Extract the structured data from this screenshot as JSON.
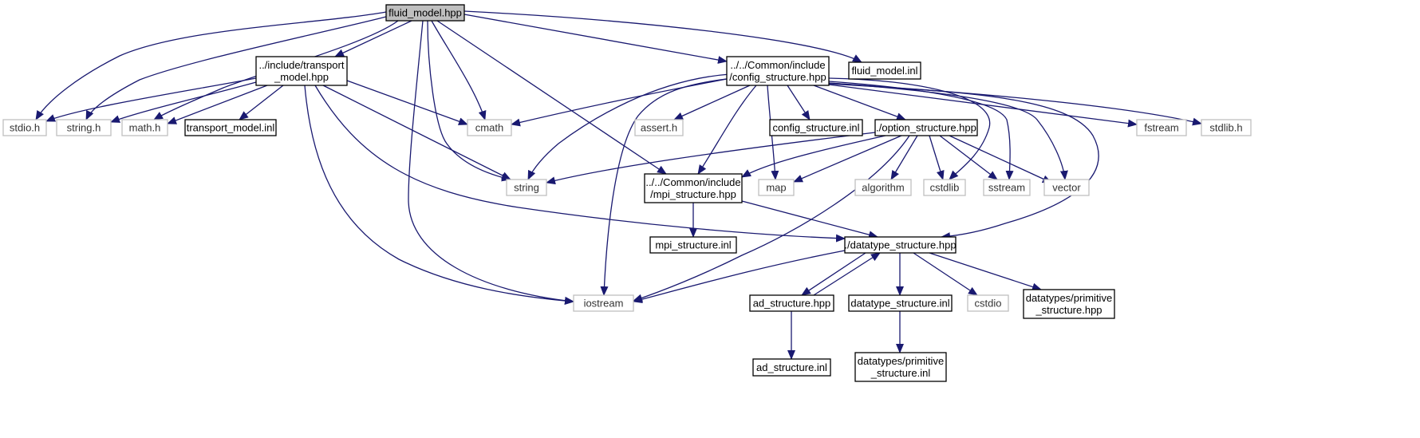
{
  "diagram": {
    "edge_color": "#191970",
    "external_border_color": "#bfbfbf",
    "root_fill_color": "#bfbfbf",
    "nodes": [
      {
        "id": "fluid_model_hpp",
        "lines": [
          "fluid_model.hpp"
        ],
        "kind": "root"
      },
      {
        "id": "transport_model_hpp",
        "lines": [
          "../include/transport",
          "_model.hpp"
        ],
        "kind": "local"
      },
      {
        "id": "config_structure_hpp",
        "lines": [
          "../../Common/include",
          "/config_structure.hpp"
        ],
        "kind": "local"
      },
      {
        "id": "fluid_model_inl",
        "lines": [
          "fluid_model.inl"
        ],
        "kind": "local"
      },
      {
        "id": "stdio_h",
        "lines": [
          "stdio.h"
        ],
        "kind": "external"
      },
      {
        "id": "string_h",
        "lines": [
          "string.h"
        ],
        "kind": "external"
      },
      {
        "id": "math_h",
        "lines": [
          "math.h"
        ],
        "kind": "external"
      },
      {
        "id": "transport_model_inl",
        "lines": [
          "transport_model.inl"
        ],
        "kind": "local"
      },
      {
        "id": "cmath",
        "lines": [
          "cmath"
        ],
        "kind": "external"
      },
      {
        "id": "assert_h",
        "lines": [
          "assert.h"
        ],
        "kind": "external"
      },
      {
        "id": "config_structure_inl",
        "lines": [
          "config_structure.inl"
        ],
        "kind": "local"
      },
      {
        "id": "option_structure_hpp",
        "lines": [
          "./option_structure.hpp"
        ],
        "kind": "local"
      },
      {
        "id": "fstream",
        "lines": [
          "fstream"
        ],
        "kind": "external"
      },
      {
        "id": "stdlib_h",
        "lines": [
          "stdlib.h"
        ],
        "kind": "external"
      },
      {
        "id": "string",
        "lines": [
          "string"
        ],
        "kind": "external"
      },
      {
        "id": "mpi_structure_hpp",
        "lines": [
          "../../Common/include",
          "/mpi_structure.hpp"
        ],
        "kind": "local"
      },
      {
        "id": "map",
        "lines": [
          "map"
        ],
        "kind": "external"
      },
      {
        "id": "algorithm",
        "lines": [
          "algorithm"
        ],
        "kind": "external"
      },
      {
        "id": "cstdlib",
        "lines": [
          "cstdlib"
        ],
        "kind": "external"
      },
      {
        "id": "sstream",
        "lines": [
          "sstream"
        ],
        "kind": "external"
      },
      {
        "id": "vector",
        "lines": [
          "vector"
        ],
        "kind": "external"
      },
      {
        "id": "mpi_structure_inl",
        "lines": [
          "mpi_structure.inl"
        ],
        "kind": "local"
      },
      {
        "id": "datatype_structure_hpp",
        "lines": [
          "./datatype_structure.hpp"
        ],
        "kind": "local"
      },
      {
        "id": "iostream",
        "lines": [
          "iostream"
        ],
        "kind": "external"
      },
      {
        "id": "ad_structure_hpp",
        "lines": [
          "ad_structure.hpp"
        ],
        "kind": "local"
      },
      {
        "id": "datatype_structure_inl",
        "lines": [
          "datatype_structure.inl"
        ],
        "kind": "local"
      },
      {
        "id": "cstdio",
        "lines": [
          "cstdio"
        ],
        "kind": "external"
      },
      {
        "id": "primitive_structure_hpp",
        "lines": [
          "datatypes/primitive",
          "_structure.hpp"
        ],
        "kind": "local"
      },
      {
        "id": "ad_structure_inl",
        "lines": [
          "ad_structure.inl"
        ],
        "kind": "local"
      },
      {
        "id": "primitive_structure_inl",
        "lines": [
          "datatypes/primitive",
          "_structure.inl"
        ],
        "kind": "local"
      }
    ],
    "edges": [
      [
        "fluid_model_hpp",
        "stdio_h"
      ],
      [
        "fluid_model_hpp",
        "string_h"
      ],
      [
        "fluid_model_hpp",
        "math_h"
      ],
      [
        "fluid_model_hpp",
        "transport_model_hpp"
      ],
      [
        "fluid_model_hpp",
        "cmath"
      ],
      [
        "fluid_model_hpp",
        "string"
      ],
      [
        "fluid_model_hpp",
        "iostream"
      ],
      [
        "fluid_model_hpp",
        "mpi_structure_hpp"
      ],
      [
        "fluid_model_hpp",
        "config_structure_hpp"
      ],
      [
        "fluid_model_hpp",
        "fluid_model_inl"
      ],
      [
        "transport_model_hpp",
        "stdio_h"
      ],
      [
        "transport_model_hpp",
        "string_h"
      ],
      [
        "transport_model_hpp",
        "math_h"
      ],
      [
        "transport_model_hpp",
        "transport_model_inl"
      ],
      [
        "transport_model_hpp",
        "cmath"
      ],
      [
        "transport_model_hpp",
        "string"
      ],
      [
        "transport_model_hpp",
        "iostream"
      ],
      [
        "transport_model_hpp",
        "datatype_structure_hpp"
      ],
      [
        "config_structure_hpp",
        "cmath"
      ],
      [
        "config_structure_hpp",
        "assert_h"
      ],
      [
        "config_structure_hpp",
        "string"
      ],
      [
        "config_structure_hpp",
        "iostream"
      ],
      [
        "config_structure_hpp",
        "mpi_structure_hpp"
      ],
      [
        "config_structure_hpp",
        "map"
      ],
      [
        "config_structure_hpp",
        "config_structure_inl"
      ],
      [
        "config_structure_hpp",
        "option_structure_hpp"
      ],
      [
        "config_structure_hpp",
        "cstdlib"
      ],
      [
        "config_structure_hpp",
        "sstream"
      ],
      [
        "config_structure_hpp",
        "vector"
      ],
      [
        "config_structure_hpp",
        "fstream"
      ],
      [
        "config_structure_hpp",
        "stdlib_h"
      ],
      [
        "config_structure_hpp",
        "datatype_structure_hpp"
      ],
      [
        "option_structure_hpp",
        "string"
      ],
      [
        "option_structure_hpp",
        "mpi_structure_hpp"
      ],
      [
        "option_structure_hpp",
        "map"
      ],
      [
        "option_structure_hpp",
        "iostream"
      ],
      [
        "option_structure_hpp",
        "algorithm"
      ],
      [
        "option_structure_hpp",
        "cstdlib"
      ],
      [
        "option_structure_hpp",
        "sstream"
      ],
      [
        "option_structure_hpp",
        "vector"
      ],
      [
        "mpi_structure_hpp",
        "mpi_structure_inl"
      ],
      [
        "mpi_structure_hpp",
        "datatype_structure_hpp"
      ],
      [
        "datatype_structure_hpp",
        "iostream"
      ],
      [
        "datatype_structure_hpp",
        "ad_structure_hpp"
      ],
      [
        "datatype_structure_hpp",
        "datatype_structure_inl"
      ],
      [
        "datatype_structure_hpp",
        "cstdio"
      ],
      [
        "datatype_structure_hpp",
        "primitive_structure_hpp"
      ],
      [
        "ad_structure_hpp",
        "datatype_structure_hpp"
      ],
      [
        "ad_structure_hpp",
        "ad_structure_inl"
      ],
      [
        "datatype_structure_inl",
        "primitive_structure_inl"
      ]
    ]
  }
}
